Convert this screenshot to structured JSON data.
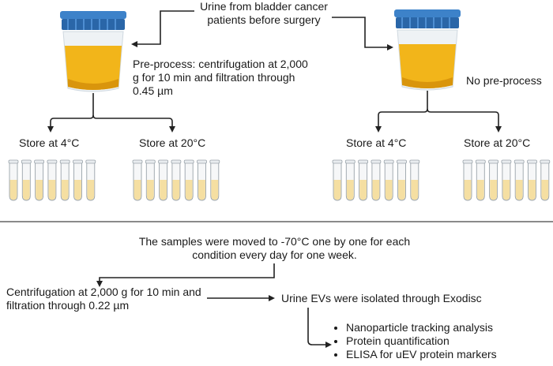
{
  "source_text": "Urine from bladder cancer patients before surgery",
  "left_branch": {
    "preprocess_text": "Pre-process: centrifugation at 2,000 g for 10 min and filtration through 0.45 µm",
    "store_cold": "Store at 4°C",
    "store_room": "Store at 20°C",
    "tubes_per_group": 7
  },
  "right_branch": {
    "preprocess_text": "No pre-process",
    "store_cold": "Store at 4°C",
    "store_room": "Store at 20°C",
    "tubes_per_group": 7
  },
  "freeze_text": "The samples were moved to -70°C one by one for each condition every day for one week.",
  "centrifuge_text": "Centrifugation at 2,000 g for 10 min and filtration through 0.22 µm",
  "isolation_text": "Urine EVs were isolated through Exodisc",
  "assays": [
    "Nanoparticle tracking analysis",
    "Protein quantification",
    "ELISA for uEV protein markers"
  ],
  "colors": {
    "cap": "#3d82c9",
    "cap_dark": "#2a66a8",
    "urine": "#f2b51a",
    "urine_dark": "#d9950c",
    "tube_fill": "#f5dfa2",
    "arrow": "#222222",
    "divider": "#444444"
  }
}
